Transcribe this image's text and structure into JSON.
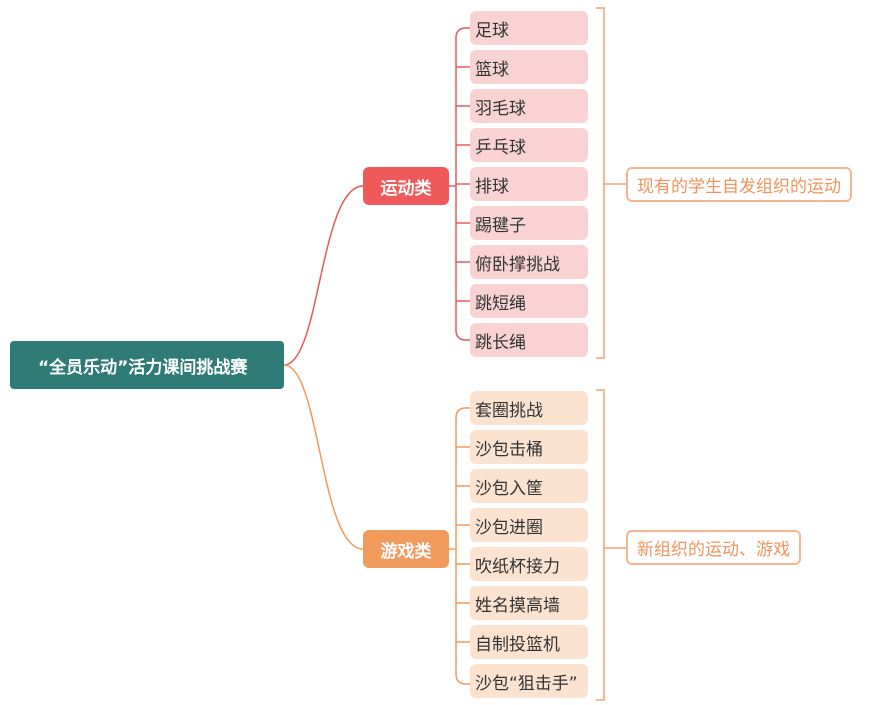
{
  "root": {
    "label": "“全员乐动”活力课间挑战赛"
  },
  "categories": [
    {
      "label": "运动类",
      "note": "现有的学生自发组织的运动",
      "color": "#f0595a",
      "leaf_color": "#f9d3d4",
      "items": [
        "足球",
        "篮球",
        "羽毛球",
        "乒乓球",
        "排球",
        "踢毽子",
        "俯卧撑挑战",
        "跳短绳",
        "跳长绳"
      ]
    },
    {
      "label": "游戏类",
      "note": "新组织的运动、游戏",
      "color": "#f09a5c",
      "leaf_color": "#fce3cf",
      "items": [
        "套圈挑战",
        "沙包击桶",
        "沙包入筐",
        "沙包进圈",
        "吹纸杯接力",
        "姓名摸高墙",
        "自制投篮机",
        "沙包“狙击手”"
      ]
    }
  ],
  "colors": {
    "root": "#2f7b78",
    "sport_line": "#e85a5c",
    "game_line": "#f09a5c",
    "note_border": "#f6b58e",
    "note_text": "#f0945c"
  }
}
